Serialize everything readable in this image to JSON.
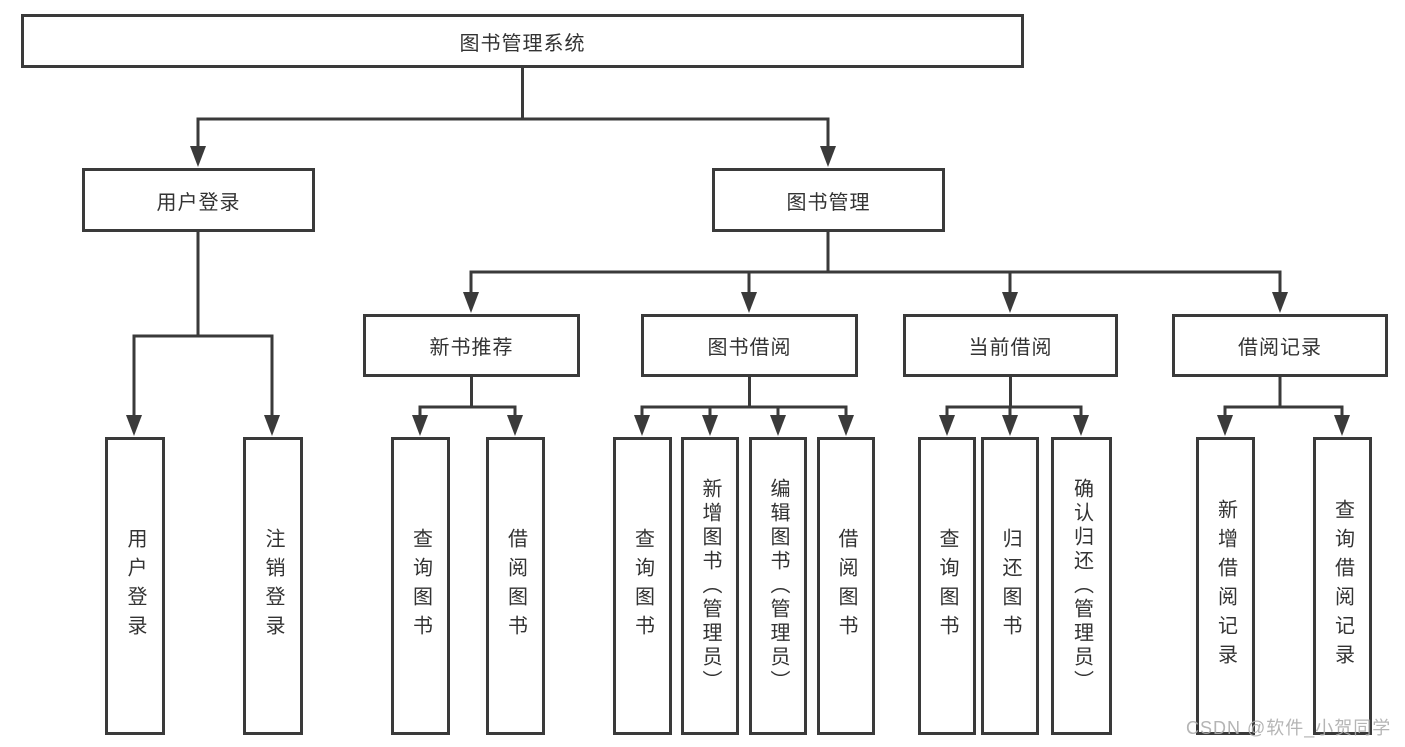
{
  "colors": {
    "line": "#3a3a3a",
    "text": "#333333",
    "background": "#ffffff",
    "watermark": "#adadad"
  },
  "watermark": {
    "text": "CSDN @软件_小贺同学"
  },
  "tree": {
    "label": "图书管理系统",
    "children": [
      {
        "label": "用户登录",
        "children": [
          {
            "label": "用户登录"
          },
          {
            "label": "注销登录"
          }
        ]
      },
      {
        "label": "图书管理",
        "children": [
          {
            "label": "新书推荐",
            "children": [
              {
                "label": "查询图书"
              },
              {
                "label": "借阅图书"
              }
            ]
          },
          {
            "label": "图书借阅",
            "children": [
              {
                "label": "查询图书"
              },
              {
                "label": "新增图书（管理员）"
              },
              {
                "label": "编辑图书（管理员）"
              },
              {
                "label": "借阅图书"
              }
            ]
          },
          {
            "label": "当前借阅",
            "children": [
              {
                "label": "查询图书"
              },
              {
                "label": "归还图书"
              },
              {
                "label": "确认归还（管理员）"
              }
            ]
          },
          {
            "label": "借阅记录",
            "children": [
              {
                "label": "新增借阅记录"
              },
              {
                "label": "查询借阅记录"
              }
            ]
          }
        ]
      }
    ]
  }
}
